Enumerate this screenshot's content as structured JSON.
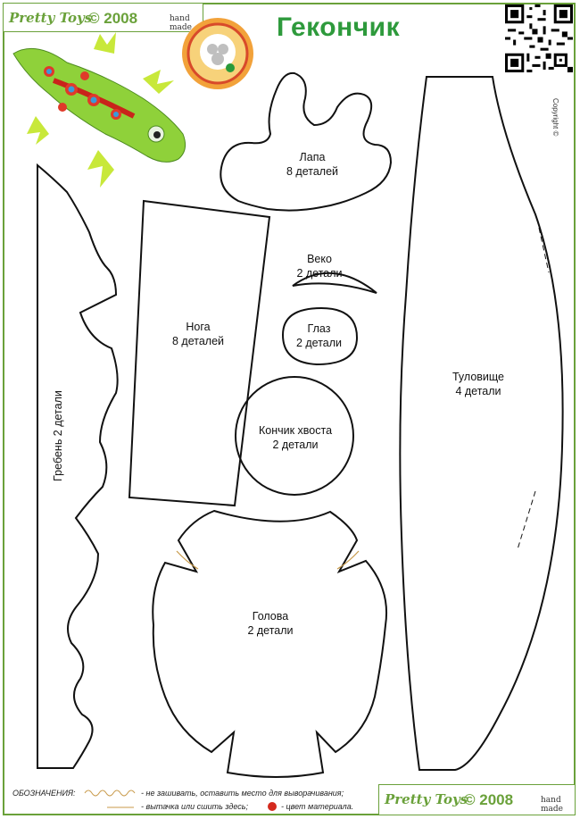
{
  "brand": {
    "name": "Pretty Toys",
    "year": "© 2008",
    "hand": "hand made"
  },
  "title": "Гекончик",
  "copyright": "Copyright ©",
  "pieces": {
    "lapa": {
      "name": "Лапа",
      "count": "8 деталей"
    },
    "veko": {
      "name": "Веко",
      "count": "2 детали"
    },
    "glaz": {
      "name": "Глаз",
      "count": "2 детали"
    },
    "noga": {
      "name": "Нога",
      "count": "8 деталей"
    },
    "tail": {
      "name": "Кончик хвоста",
      "count": "2 детали"
    },
    "body": {
      "name": "Туловище",
      "count": "4 детали"
    },
    "head": {
      "name": "Голова",
      "count": "2 детали"
    },
    "crest": {
      "name": "Гребень 2 детали"
    }
  },
  "legend": {
    "heading": "ОБОЗНАЧЕНИЯ:",
    "line1": "- не зашивать, оставить место  для выворачивания;",
    "line2": "- вытачка или сшить здесь;",
    "line3": "- цвет материала."
  },
  "colors": {
    "brand_green": "#6aa13a",
    "title_green": "#2e9a3c",
    "gecko_body": "#8fd13a",
    "material_dot": "#d42a1e"
  }
}
